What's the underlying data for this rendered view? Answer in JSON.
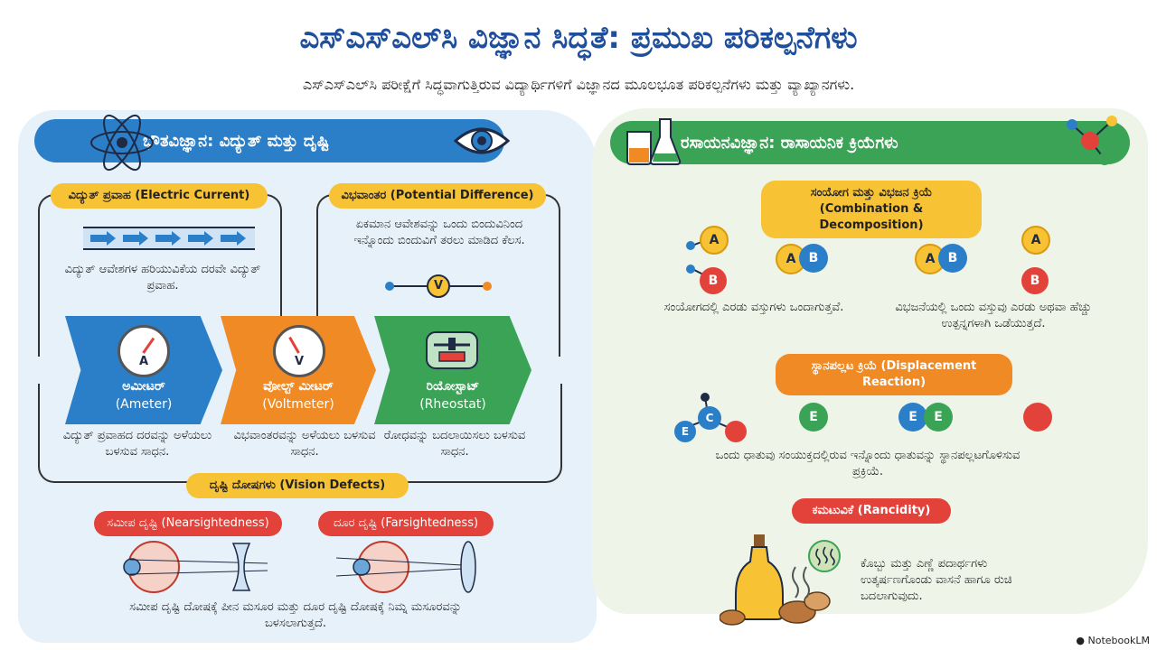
{
  "title": "ಎಸ್‌ಎಸ್‌ಎಲ್‌ಸಿ ವಿಜ್ಞಾನ ಸಿದ್ಧತೆ: ಪ್ರಮುಖ ಪರಿಕಲ್ಪನೆಗಳು",
  "subtitle": "ಎಸ್‌ಎಸ್‌ಎಲ್‌ಸಿ ಪರೀಕ್ಷೆಗೆ ಸಿದ್ಧವಾಗುತ್ತಿರುವ ವಿದ್ಯಾರ್ಥಿಗಳಿಗೆ ವಿಜ್ಞಾನದ ಮೂಲಭೂತ ಪರಿಕಲ್ಪನೆಗಳು ಮತ್ತು ವ್ಯಾಖ್ಯಾನಗಳು.",
  "physics": {
    "header": "ಭೌತವಿಜ್ಞಾನ: ವಿದ್ಯುತ್ ಮತ್ತು ದೃಷ್ಟಿ",
    "current": {
      "label": "ವಿದ್ಯುತ್ ಪ್ರವಾಹ (Electric Current)",
      "desc": "ವಿದ್ಯುತ್ ಆವೇಶಗಳ ಹರಿಯುವಿಕೆಯ ದರವೇ ವಿದ್ಯುತ್ ಪ್ರವಾಹ."
    },
    "potential": {
      "label": "ವಿಭವಾಂತರ (Potential Difference)",
      "desc": "ಏಕಮಾನ ಆವೇಶವನ್ನು ಒಂದು ಬಿಂದುವಿನಿಂದ ಇನ್ನೊಂದು ಬಿಂದುವಿಗೆ ತರಲು ಮಾಡಿದ ಕೆಲಸ.",
      "symbol": "V"
    },
    "ammeter": {
      "name": "ಅಮೀಟರ್",
      "en": "(Ameter)",
      "symbol": "A",
      "desc": "ವಿದ್ಯುತ್ ಪ್ರವಾಹದ ದರವನ್ನು ಅಳೆಯಲು ಬಳಸುವ ಸಾಧನ."
    },
    "voltmeter": {
      "name": "ವೋಲ್ಟ್ ಮೀಟರ್",
      "en": "(Voltmeter)",
      "symbol": "V",
      "desc": "ವಿಭವಾಂತರವನ್ನು ಅಳೆಯಲು ಬಳಸುವ ಸಾಧನ."
    },
    "rheostat": {
      "name": "ರಿಯೋಸ್ಟಾಟ್",
      "en": "(Rheostat)",
      "desc": "ರೋಧವನ್ನು ಬದಲಾಯಿಸಲು ಬಳಸುವ ಸಾಧನ."
    },
    "vision": {
      "label": "ದೃಷ್ಟಿ ದೋಷಗಳು (Vision Defects)",
      "near": "ಸಮೀಪ ದೃಷ್ಟಿ (Nearsightedness)",
      "far": "ದೂರ ದೃಷ್ಟಿ (Farsightedness)",
      "desc": "ಸಮೀಪ ದೃಷ್ಟಿ ದೋಷಕ್ಕೆ ಪೀನ ಮಸೂರ ಮತ್ತು ದೂರ ದೃಷ್ಟಿ ದೋಷಕ್ಕೆ ನಿಮ್ನ ಮಸೂರವನ್ನು ಬಳಸಲಾಗುತ್ತದೆ."
    }
  },
  "chemistry": {
    "header": "ರಸಾಯನವಿಜ್ಞಾನ: ರಾಸಾಯನಿಕ ಕ್ರಿಯೆಗಳು",
    "combination": {
      "label_kn": "ಸಂಯೋಗ ಮತ್ತು ವಿಭಜನ ಕ್ರಿಯೆ",
      "label_en": "(Combination & Decomposition)",
      "desc_left": "ಸಂಯೋಗದಲ್ಲಿ ಎರಡು ವಸ್ತುಗಳು ಒಂದಾಗುತ್ತವೆ.",
      "desc_right": "ವಿಭಜನೆಯಲ್ಲಿ ಒಂದು ವಸ್ತುವು ಎರಡು ಅಥವಾ ಹೆಚ್ಚು ಉತ್ಪನ್ನಗಳಾಗಿ ಒಡೆಯುತ್ತದೆ.",
      "a": "A",
      "b": "B"
    },
    "displacement": {
      "label": "ಸ್ಥಾನಪಲ್ಲಟ ಕ್ರಿಯೆ (Displacement Reaction)",
      "desc": "ಒಂದು ಧಾತುವು ಸಂಯುಕ್ತದಲ್ಲಿರುವ ಇನ್ನೊಂದು ಧಾತುವನ್ನು ಸ್ಥಾನಪಲ್ಲಟಗೊಳಿಸುವ ಪ್ರಕ್ರಿಯೆ.",
      "c": "C",
      "e": "E"
    },
    "rancidity": {
      "label": "ಕಮಟುವಿಕೆ (Rancidity)",
      "desc": "ಕೊಬ್ಬು ಮತ್ತು ಎಣ್ಣೆ ಪದಾರ್ಥಗಳು ಉತ್ಕರ್ಷಣಗೊಂಡು ವಾಸನೆ ಹಾಗೂ ರುಚಿ ಬದಲಾಗುವುದು."
    }
  },
  "footer": "NotebookLM",
  "colors": {
    "blue": "#2b7fc8",
    "orange": "#f08a24",
    "green": "#3aa356",
    "yellow": "#f7c234",
    "red": "#e2423a"
  }
}
